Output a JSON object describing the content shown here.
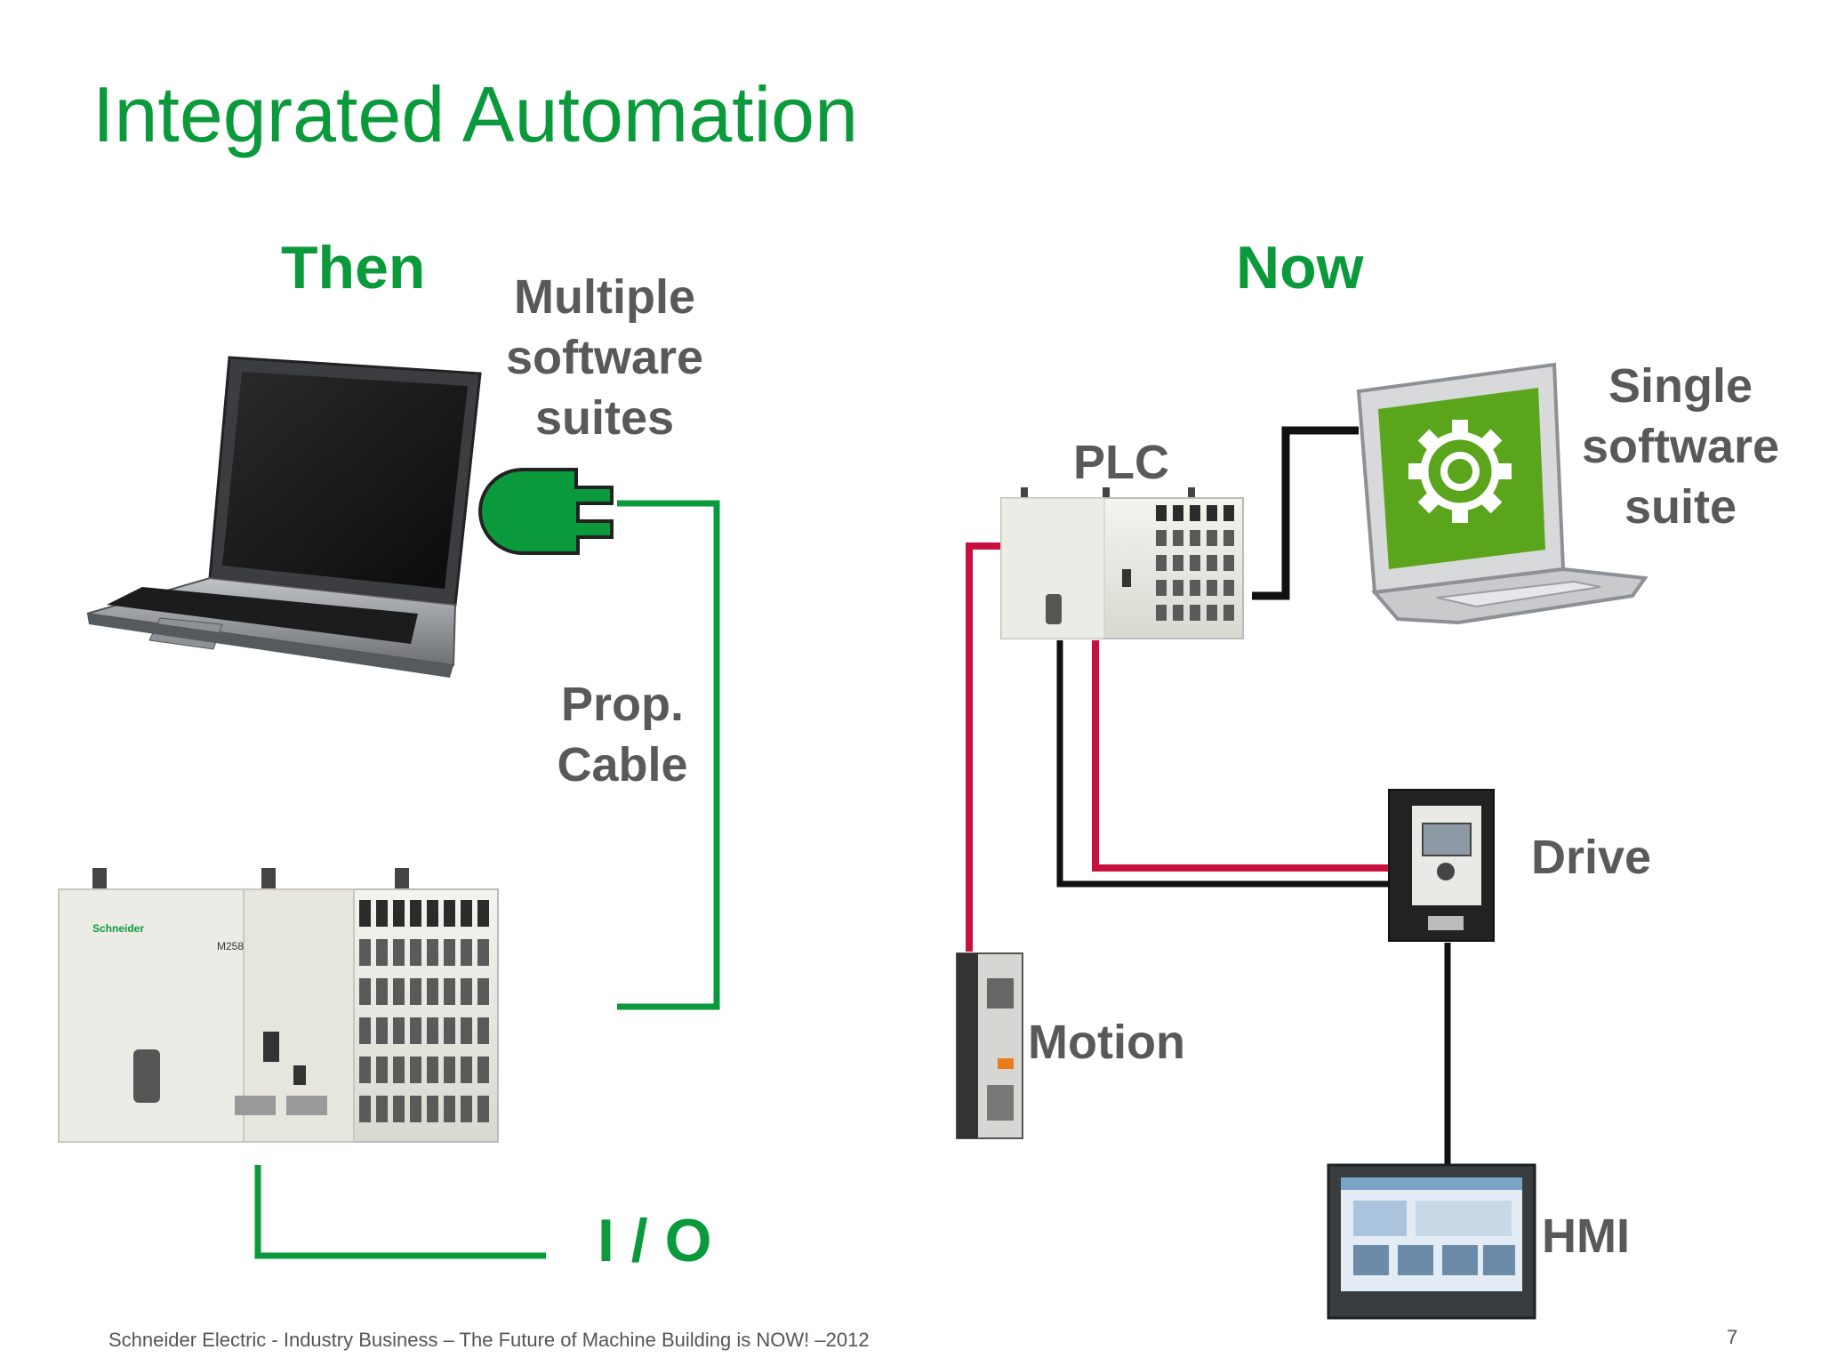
{
  "slide": {
    "title": "Integrated Automation",
    "footer": "Schneider Electric - Industry Business – The Future of Machine Building is NOW! –2012",
    "page_number": "7"
  },
  "then": {
    "heading": "Then",
    "software_label": [
      "Multiple",
      "software",
      "suites"
    ],
    "cable_label": [
      "Prop.",
      "Cable"
    ],
    "io_label": "I / O",
    "cable_color": "#0a9a3c"
  },
  "now": {
    "heading": "Now",
    "plc_label": "PLC",
    "software_label": [
      "Single",
      "software",
      "suite"
    ],
    "drive_label": "Drive",
    "motion_label": "Motion",
    "hmi_label": "HMI",
    "link_color_black": "#111111",
    "link_color_red": "#c8103f",
    "screen_color": "#5aa51b"
  },
  "device_text": {
    "brand": "Schneider",
    "model": "M258"
  }
}
